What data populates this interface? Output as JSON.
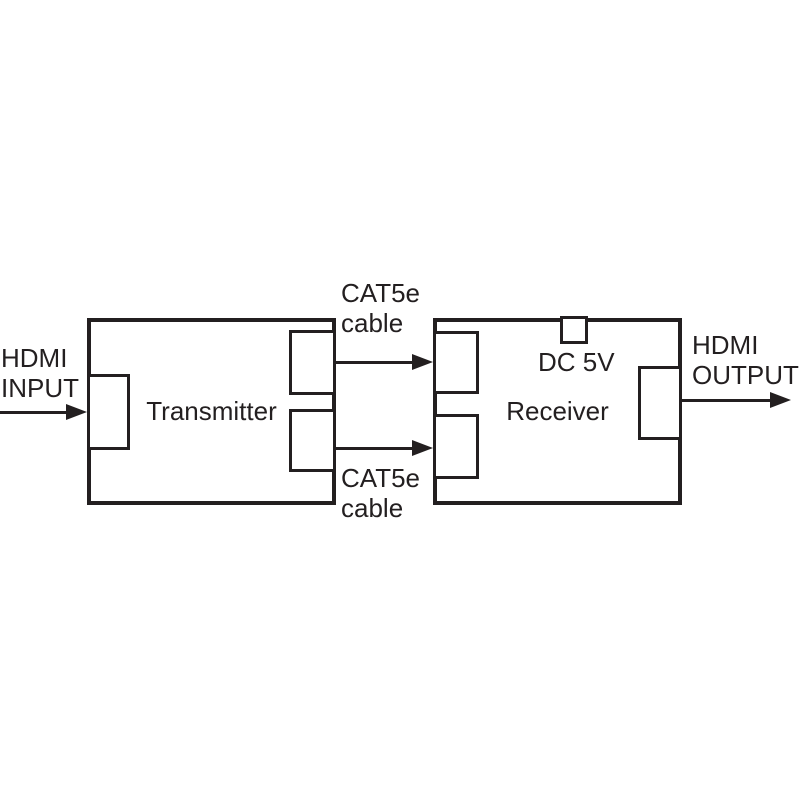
{
  "diagram": {
    "colors": {
      "ink": "#231f20",
      "background": "#ffffff"
    },
    "nodes": {
      "transmitter": {
        "label": "Transmitter"
      },
      "receiver": {
        "label": "Receiver"
      },
      "power": {
        "label": "DC 5V"
      }
    },
    "io": {
      "input": {
        "line1": "HDMI",
        "line2": "INPUT"
      },
      "output": {
        "line1": "HDMI",
        "line2": "OUTPUT"
      }
    },
    "cables": {
      "top": {
        "line1": "CAT5e",
        "line2": "cable"
      },
      "bottom": {
        "line1": "CAT5e",
        "line2": "cable"
      }
    }
  }
}
